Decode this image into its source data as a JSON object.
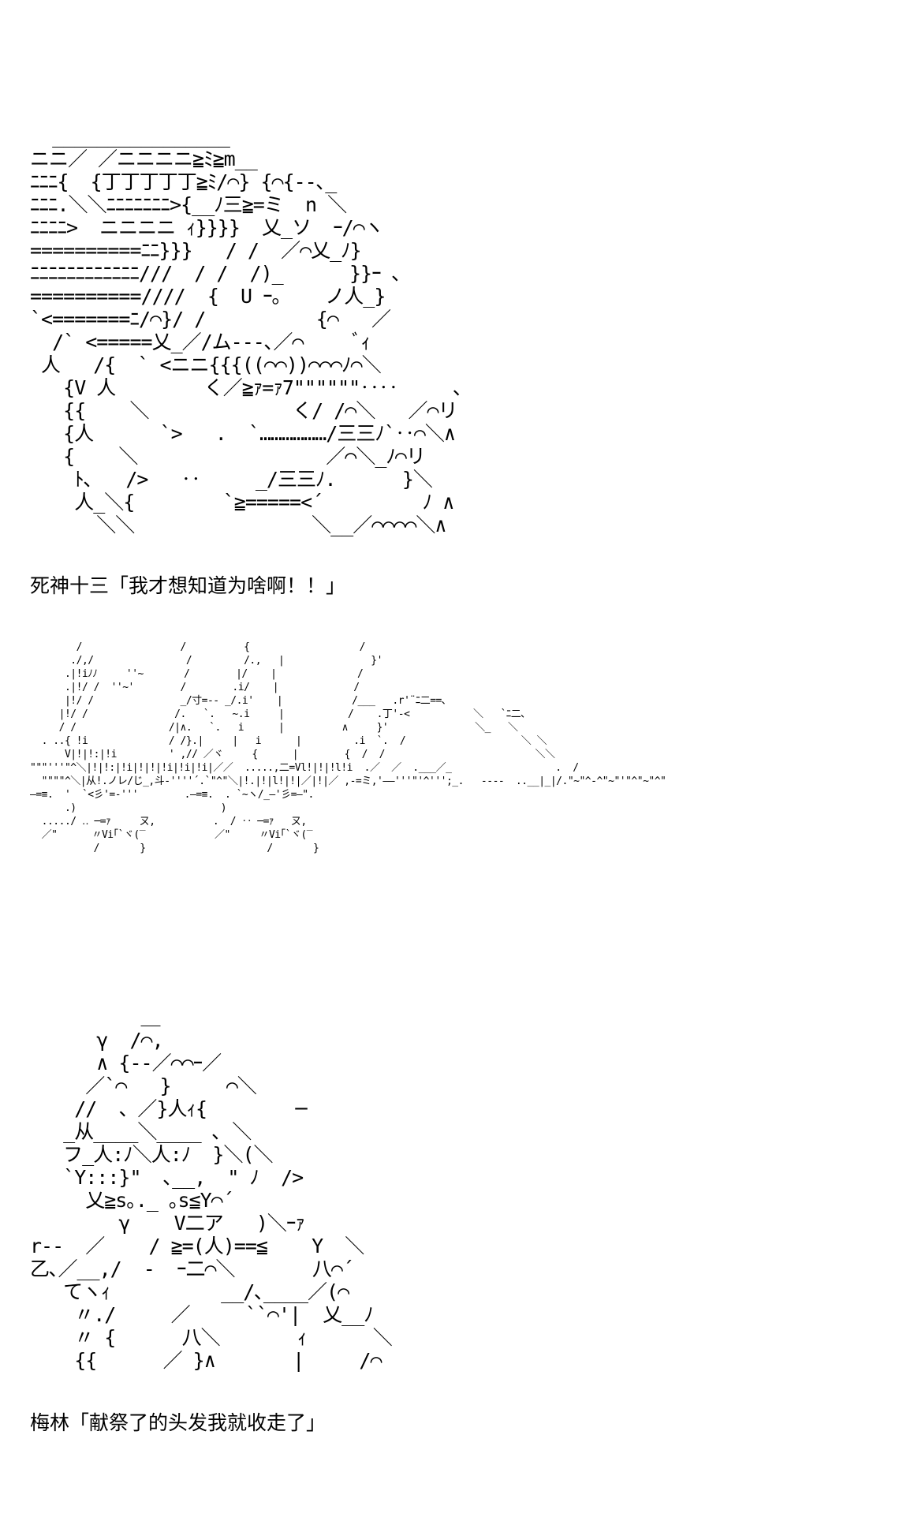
{
  "panels": [
    {
      "art": "  ________________\nニニ／ ／ニニニニ≧ﾐ≧m__\nﾆﾆﾆ{  {丁丁丁丁丁≧ﾐ/⌒} {⌒{--､_\nﾆﾆﾆ.＼＼ﾆﾆﾆﾆﾆﾆﾆ>{__ﾉ三≧=ミ  n ＼\nﾆﾆﾆﾆ>  ニニニニ ｨ}}}}  乂_ソ  ｰ/⌒ヽ\n==========ﾆﾆ}}}   / /  ／⌒乂_ﾉ}\nﾆﾆﾆﾆﾆﾆﾆﾆﾆﾆﾆﾆ///  / /  /)_      }}ｰ ､\n==========////  {  U ｰ｡    ノ人_}\n`<=======ﾆ/⌒}/ /          {⌒   ／\n  /` <=====乂_／/ム---､／⌒     ﾞｨ\n 人   /{  ` <ニニ{{{((⌒⌒))⌒⌒⌒ﾉ⌒＼\n   {V 人        く／≧ｧ=ｧ7\"\"\"\"\"\"‥‥     ､\n   {{    ＼             く/ /⌒＼   ／⌒リ\n   {人      `>   .  `………………/三三ﾉ`‥⌒＼∧\n   {    ＼                 ／⌒＼_ﾉ⌒リ\n    ﾄ､   />   ‥     _/三三ﾉ.      }＼\n    人_＼{        `≧=====<´         ﾉ ∧\n      ＼＼                ＼__／⌒⌒⌒⌒＼∧",
      "caption": "死神十三「我才想知道为啥啊！！」"
    },
    {
      "art": "        /                 /          {                   /\n       ./,/                /         /.,   |               }'\n      .|!iﾉﾉ     ''~       /        |/    |              /\n      .|!/ /  ''~'        /        .i/    |             /\n      |!/ /               _/寸=-- _/.i'    |            /___   .r'¨ﾆ二==､\n     |!/ /               /.   `.   ~.i     |           /    .丁'-<           ＼   `ﾆ二､\n     / /                /|∧.   `.   i      |          ∧     }'               ＼_   ＼\n  . ..{ !i              / /}.|     |   i      |         .i  `.  /                    ＼ ＼\n      V|!|!:|!i         ' ,// ／ヾ     {      |        {  /  /                          ＼＼\n\"\"\"'''\"^＼|!|!:|!i|!|!|!i|!i|!i|／／  .....,二=Vl!|!|!l!i  .／  ／  .___／_                  .  /\n  \"\"\"\"^＼|从!.ノレ/じ_,斗-''''´.`\"^\"＼|!.|!|l!|!|／|!|／ ,-=ミ,'——'''\"'^''';_.   ----  ..__|_|/.\"~\"^-^\"~\"'\"^\"~\"^\"\n—=≡.  '  `<彡'=-'''        .—=≡.  . `~ヽ/_—'彡=—\".\n      .)                         )\n  ...../ ‥ ─=ｧ     ㄡ,          .  / ‥ ─=ｧ   ㄡ,\n  ／\"      〃Vi｢`ヾ(‾            ／\"     〃Vi｢`ヾ(‾\n           /       }                     /       }",
      "caption": ""
    },
    {
      "art": "          ＿\n      γ  /⌒,\n      ∧ {--／⌒⌒ｰ／\n     ／`⌒   }     ⌒＼\n    //  、／}人ｨ{        ─\n   _从____＼____ ､ ＼\n   フ_人:ﾉ＼人:ﾉ  }＼(＼\n   `Y:::}\"  ､__,  \" ﾉ  />\n     乂≧s｡._ ｡s≦Y⌒´\n        γ    V二ア   )＼ｰｧ\nr--  ／    / ≧=(人)==≦    Y  ＼\n乙､／__,/  -  ｰ二⌒＼       八⌒´\n   てヽｨ          __/､____／(⌒\n    〃./     ／     ``⌒'|  乂__ﾉ\n    〃 {      八＼       ｨ      ＼\n    {{      ／ }∧       |     /⌒",
      "caption": "梅林「献祭了的头发我就收走了」"
    }
  ]
}
